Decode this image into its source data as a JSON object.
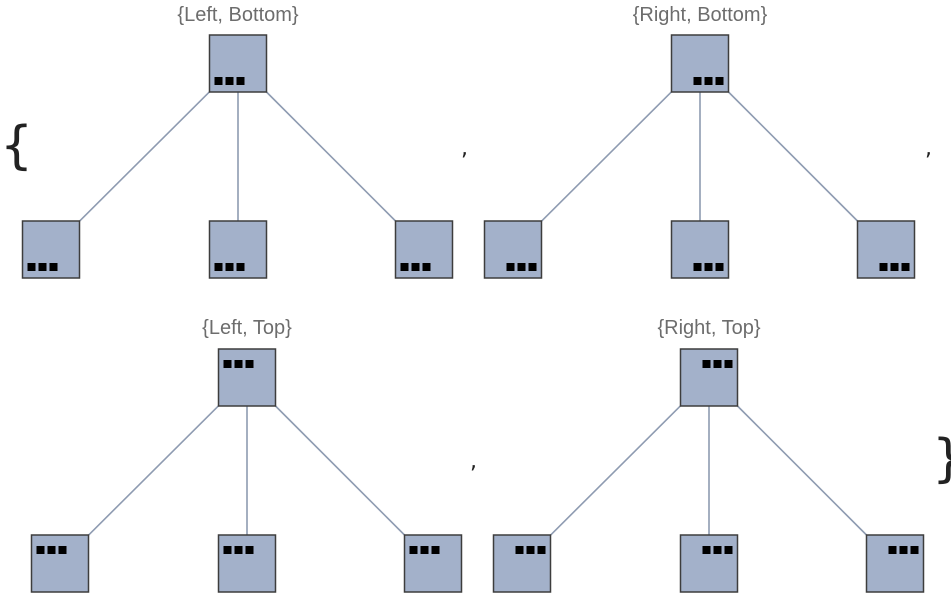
{
  "style": {
    "node_fill": "#a3b1ca",
    "node_stroke": "#3d3d3d",
    "edge_color": "#8e9bb1",
    "title_color": "#6d6d6d",
    "dot_color": "#000000",
    "glyph_color": "#222222"
  },
  "brackets": {
    "open": "{",
    "close": "}",
    "separator": ","
  },
  "trees": [
    {
      "label": "{Left, Bottom}",
      "alignment": [
        "left",
        "bottom"
      ],
      "nodes": [
        {
          "id": "root"
        },
        {
          "id": "child-1"
        },
        {
          "id": "child-2"
        },
        {
          "id": "child-3"
        }
      ],
      "edges": [
        [
          "root",
          "child-1"
        ],
        [
          "root",
          "child-2"
        ],
        [
          "root",
          "child-3"
        ]
      ]
    },
    {
      "label": "{Right, Bottom}",
      "alignment": [
        "right",
        "bottom"
      ],
      "nodes": [
        {
          "id": "root"
        },
        {
          "id": "child-1"
        },
        {
          "id": "child-2"
        },
        {
          "id": "child-3"
        }
      ],
      "edges": [
        [
          "root",
          "child-1"
        ],
        [
          "root",
          "child-2"
        ],
        [
          "root",
          "child-3"
        ]
      ]
    },
    {
      "label": "{Left, Top}",
      "alignment": [
        "left",
        "top"
      ],
      "nodes": [
        {
          "id": "root"
        },
        {
          "id": "child-1"
        },
        {
          "id": "child-2"
        },
        {
          "id": "child-3"
        }
      ],
      "edges": [
        [
          "root",
          "child-1"
        ],
        [
          "root",
          "child-2"
        ],
        [
          "root",
          "child-3"
        ]
      ]
    },
    {
      "label": "{Right, Top}",
      "alignment": [
        "right",
        "top"
      ],
      "nodes": [
        {
          "id": "root"
        },
        {
          "id": "child-1"
        },
        {
          "id": "child-2"
        },
        {
          "id": "child-3"
        }
      ],
      "edges": [
        [
          "root",
          "child-1"
        ],
        [
          "root",
          "child-2"
        ],
        [
          "root",
          "child-3"
        ]
      ]
    }
  ]
}
